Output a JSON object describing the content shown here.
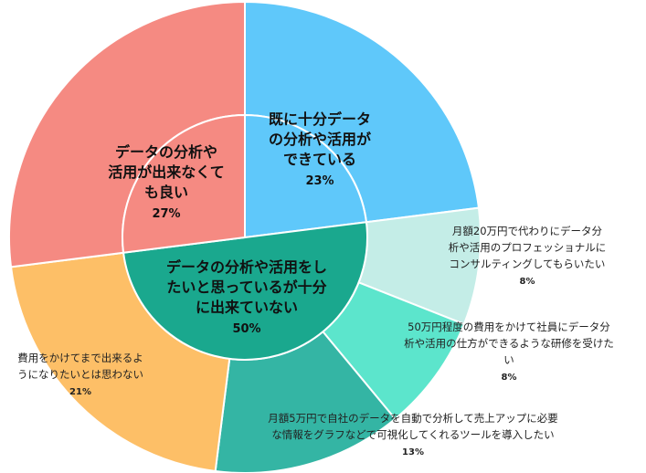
{
  "chart_data": {
    "type": "pie",
    "subtype": "sunburst",
    "inner": [
      {
        "label": [
          "既に十分データ",
          "の分析や活用が",
          "できている"
        ],
        "percent": "23%",
        "value": 23,
        "color": "#5fc8fa"
      },
      {
        "label": [
          "データの分析や活用をし",
          "たいと思っているが十分",
          "に出来ていない"
        ],
        "percent": "50%",
        "value": 50,
        "color": "#1aa88e"
      },
      {
        "label": [
          "データの分析や",
          "活用が出来なくて",
          "も良い"
        ],
        "percent": "27%",
        "value": 27,
        "color": "#f58a82"
      }
    ],
    "outer": [
      {
        "label": [],
        "percent": "",
        "value": 23,
        "color": "#5fc8fa"
      },
      {
        "label": [
          "月額20万円で代わりにデータ分",
          "析や活用のプロフェッショナルに",
          "コンサルティングしてもらいたい"
        ],
        "percent": "8%",
        "value": 8,
        "color": "#c4ede7"
      },
      {
        "label": [
          "50万円程度の費用をかけて社員にデータ分",
          "析や活用の仕方ができるような研修を受けた",
          "い"
        ],
        "percent": "8%",
        "value": 8,
        "color": "#5ce5cc"
      },
      {
        "label": [
          "月額5万円で自社のデータを自動で分析して売上アップに必要",
          "な情報をグラフなどで可視化してくれるツールを導入したい"
        ],
        "percent": "13%",
        "value": 13,
        "color": "#34b5a4"
      },
      {
        "label": [
          "費用をかけてまで出来るよ",
          "うになりたいとは思わない"
        ],
        "percent": "21%",
        "value": 21,
        "color": "#fdbf67"
      },
      {
        "label": [],
        "percent": "",
        "value": 27,
        "color": "#f58a82"
      }
    ]
  }
}
